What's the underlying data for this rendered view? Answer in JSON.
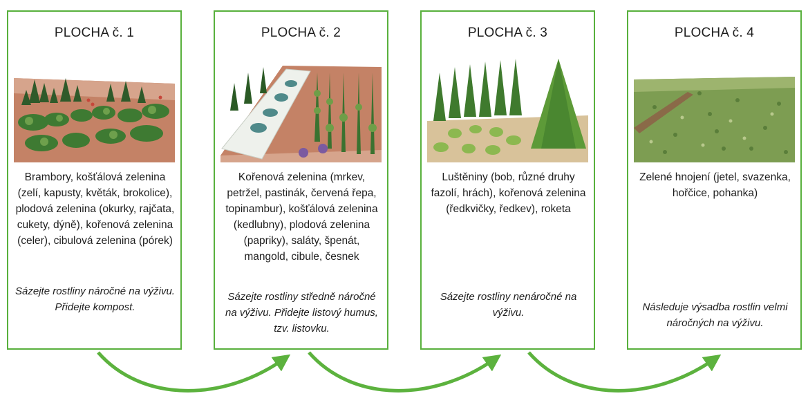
{
  "plots": [
    {
      "title": "PLOCHA č. 1",
      "image": "mixed-vegetable-garden-illustration",
      "description": "Brambory, košťálová zelenina (zelí, kapusty, květák, brokolice), plodová zelenina (okurky, rajčata, cukety, dýně), kořenová zelenina (celer), cibulová zelenina (pórek)",
      "note": "Sázejte rostliny náročné na výživu. Přidejte kompost."
    },
    {
      "title": "PLOCHA č. 2",
      "image": "root-vegetables-and-cabbage-illustration",
      "description": "Kořenová zelenina (mrkev, petržel, pastinák, červená řepa, topinambur), košťálová zelenina (kedlubny), plodová zelenina (papriky), saláty, špenát, mangold, cibule, česnek",
      "note": "Sázejte rostliny středně náročné na výživu. Přidejte listový humus, tzv. listovku."
    },
    {
      "title": "PLOCHA č. 3",
      "image": "legumes-on-poles-illustration",
      "description": "Luštěniny (bob, různé druhy fazolí, hrách), kořenová zelenina (ředkvičky, ředkev), roketa",
      "note": "Sázejte rostliny nenáročné na výživu."
    },
    {
      "title": "PLOCHA č. 4",
      "image": "green-manure-field-illustration",
      "description": "Zelené hnojení (jetel, svazenka, hořčice, pohanka)",
      "note": "Následuje výsadba rostlin velmi náročných na výživu."
    }
  ],
  "arrows": {
    "color": "#5cb23e",
    "count": 3
  }
}
